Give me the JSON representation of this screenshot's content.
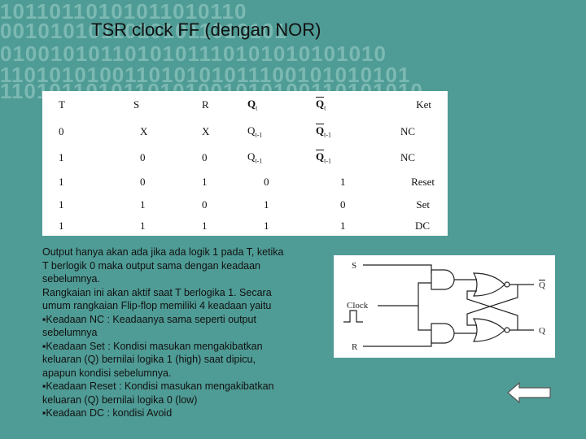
{
  "title": "TSR clock FF (dengan NOR)",
  "table": {
    "headers": [
      "T",
      "S",
      "R",
      "Q",
      "Q",
      "Ket"
    ],
    "header_subs": {
      "q": "t",
      "qbar": "t"
    },
    "rows": [
      {
        "t": "0",
        "s": "X",
        "r": "X",
        "q": "Q",
        "q_sub": "t-1",
        "qbar": "Q",
        "qbar_sub": "t-1",
        "ket": "NC"
      },
      {
        "t": "1",
        "s": "0",
        "r": "0",
        "q": "Q",
        "q_sub": "t-1",
        "qbar": "Q",
        "qbar_sub": "t-1",
        "ket": "NC"
      },
      {
        "t": "1",
        "s": "0",
        "r": "1",
        "q": "0",
        "qbar": "1",
        "ket": "Reset"
      },
      {
        "t": "1",
        "s": "1",
        "r": "0",
        "q": "1",
        "qbar": "0",
        "ket": "Set"
      },
      {
        "t": "1",
        "s": "1",
        "r": "1",
        "q": "1",
        "qbar": "1",
        "ket": "DC"
      }
    ]
  },
  "text_lines": [
    "Output hanya akan ada jika ada logik 1 pada T, ketika",
    "T berlogik 0 maka output sama dengan keadaan",
    "sebelumnya.",
    "Rangkaian ini akan aktif saat T berlogika 1. Secara",
    "umum rangkaian Flip-flop memiliki 4 keadaan yaitu",
    "▪Keadaan NC : Keadaanya sama seperti output",
    "sebelumnya",
    "▪Keadaan Set : Kondisi masukan mengakibatkan",
    "keluaran (Q) bernilai logika 1 (high) saat dipicu,",
    "apapun kondisi sebelumnya.",
    "▪Keadaan Reset : Kondisi masukan mengakibatkan",
    "keluaran (Q) bernilai logika 0 (low)",
    "▪Keadaan DC : kondisi Avoid"
  ],
  "circuit": {
    "label_s": "S",
    "label_clock": "Clock",
    "label_r": "R",
    "label_qbar": "Q",
    "label_q": "Q"
  },
  "background_binary": [
    "10110110101011010110",
    "00101010110101011010101",
    "0100101011010101110101010101010",
    "110101010011010101011100101010101",
    "1101011010110101001010100110101010"
  ],
  "colors": {
    "background": "#4f9b95",
    "panel": "#ffffff",
    "text": "#111111"
  },
  "icons": {
    "nav": "back-arrow-icon"
  }
}
